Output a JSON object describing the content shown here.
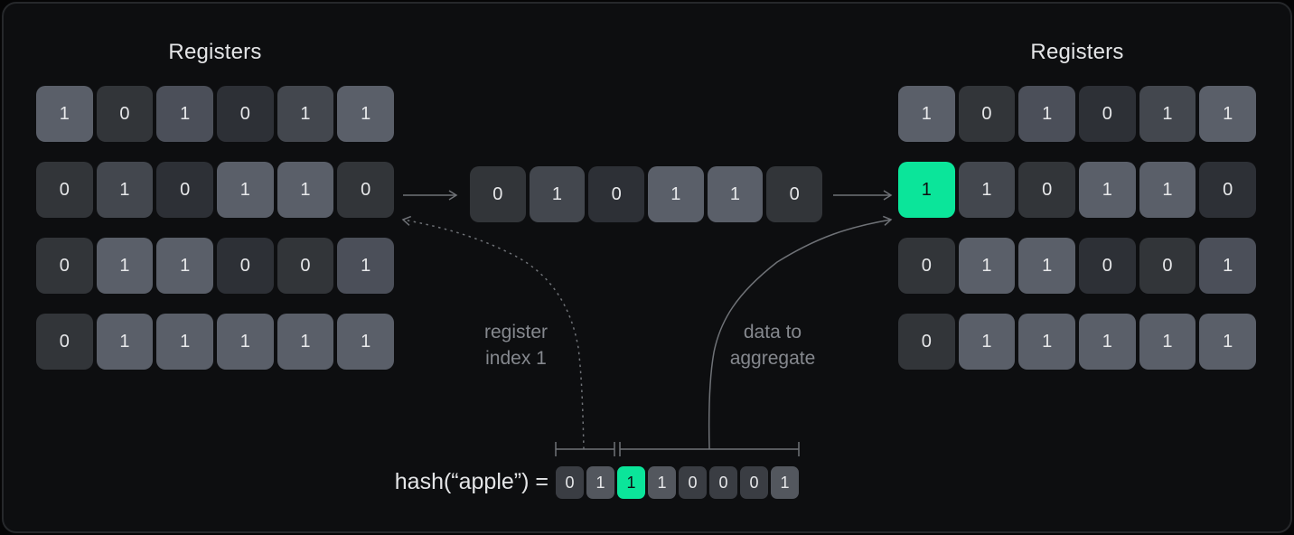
{
  "left": {
    "title": "Registers",
    "rows": [
      [
        {
          "v": "1",
          "t": "t1"
        },
        {
          "v": "0",
          "t": "t4"
        },
        {
          "v": "1",
          "t": "t2"
        },
        {
          "v": "0",
          "t": "t5"
        },
        {
          "v": "1",
          "t": "t3"
        },
        {
          "v": "1",
          "t": "t1"
        }
      ],
      [
        {
          "v": "0",
          "t": "t4"
        },
        {
          "v": "1",
          "t": "t3"
        },
        {
          "v": "0",
          "t": "t5"
        },
        {
          "v": "1",
          "t": "t1"
        },
        {
          "v": "1",
          "t": "t1"
        },
        {
          "v": "0",
          "t": "t4"
        }
      ],
      [
        {
          "v": "0",
          "t": "t4"
        },
        {
          "v": "1",
          "t": "t1"
        },
        {
          "v": "1",
          "t": "t1"
        },
        {
          "v": "0",
          "t": "t5"
        },
        {
          "v": "0",
          "t": "t4"
        },
        {
          "v": "1",
          "t": "t2"
        }
      ],
      [
        {
          "v": "0",
          "t": "t4"
        },
        {
          "v": "1",
          "t": "t1"
        },
        {
          "v": "1",
          "t": "t1"
        },
        {
          "v": "1",
          "t": "t1"
        },
        {
          "v": "1",
          "t": "t1"
        },
        {
          "v": "1",
          "t": "t1"
        }
      ]
    ]
  },
  "middle": {
    "rows": [
      [
        {
          "v": "0",
          "t": "t4"
        },
        {
          "v": "1",
          "t": "t3"
        },
        {
          "v": "0",
          "t": "t5"
        },
        {
          "v": "1",
          "t": "t1"
        },
        {
          "v": "1",
          "t": "t1"
        },
        {
          "v": "0",
          "t": "t4"
        }
      ]
    ]
  },
  "right": {
    "title": "Registers",
    "rows": [
      [
        {
          "v": "1",
          "t": "t1"
        },
        {
          "v": "0",
          "t": "t4"
        },
        {
          "v": "1",
          "t": "t2"
        },
        {
          "v": "0",
          "t": "t5"
        },
        {
          "v": "1",
          "t": "t3"
        },
        {
          "v": "1",
          "t": "t1"
        }
      ],
      [
        {
          "v": "1",
          "t": "green"
        },
        {
          "v": "1",
          "t": "t3"
        },
        {
          "v": "0",
          "t": "t4"
        },
        {
          "v": "1",
          "t": "t1"
        },
        {
          "v": "1",
          "t": "t1"
        },
        {
          "v": "0",
          "t": "t5"
        }
      ],
      [
        {
          "v": "0",
          "t": "t4"
        },
        {
          "v": "1",
          "t": "t1"
        },
        {
          "v": "1",
          "t": "t1"
        },
        {
          "v": "0",
          "t": "t5"
        },
        {
          "v": "0",
          "t": "t4"
        },
        {
          "v": "1",
          "t": "t2"
        }
      ],
      [
        {
          "v": "0",
          "t": "t4"
        },
        {
          "v": "1",
          "t": "t1"
        },
        {
          "v": "1",
          "t": "t1"
        },
        {
          "v": "1",
          "t": "t1"
        },
        {
          "v": "1",
          "t": "t1"
        },
        {
          "v": "1",
          "t": "t1"
        }
      ]
    ]
  },
  "hash": {
    "label": "hash(“apple”) =",
    "rows": [
      [
        {
          "v": "0",
          "t": "hd"
        },
        {
          "v": "1",
          "t": "hl"
        },
        {
          "v": "1",
          "t": "green"
        },
        {
          "v": "1",
          "t": "hl"
        },
        {
          "v": "0",
          "t": "hd"
        },
        {
          "v": "0",
          "t": "hd"
        },
        {
          "v": "0",
          "t": "hd"
        },
        {
          "v": "1",
          "t": "hl"
        }
      ]
    ]
  },
  "labels": {
    "register_index": "register\nindex 1",
    "data_to_aggregate": "data to\naggregate"
  },
  "colors": {
    "page_bg": "#050506",
    "panel_bg": "#0d0e10",
    "panel_border": "#26282b",
    "title": "#e4e5e7",
    "label": "#85888e",
    "arrow": "#6f7277",
    "digit": "#e7e8ea",
    "digit_on_green": "#0e1012",
    "green": "#0be59a",
    "t1": "#5a5f69",
    "t2": "#4b4f59",
    "t3": "#43474e",
    "t4": "#323539",
    "t5": "#2d3036",
    "hl": "#53575e",
    "hd": "#3a3d43"
  }
}
